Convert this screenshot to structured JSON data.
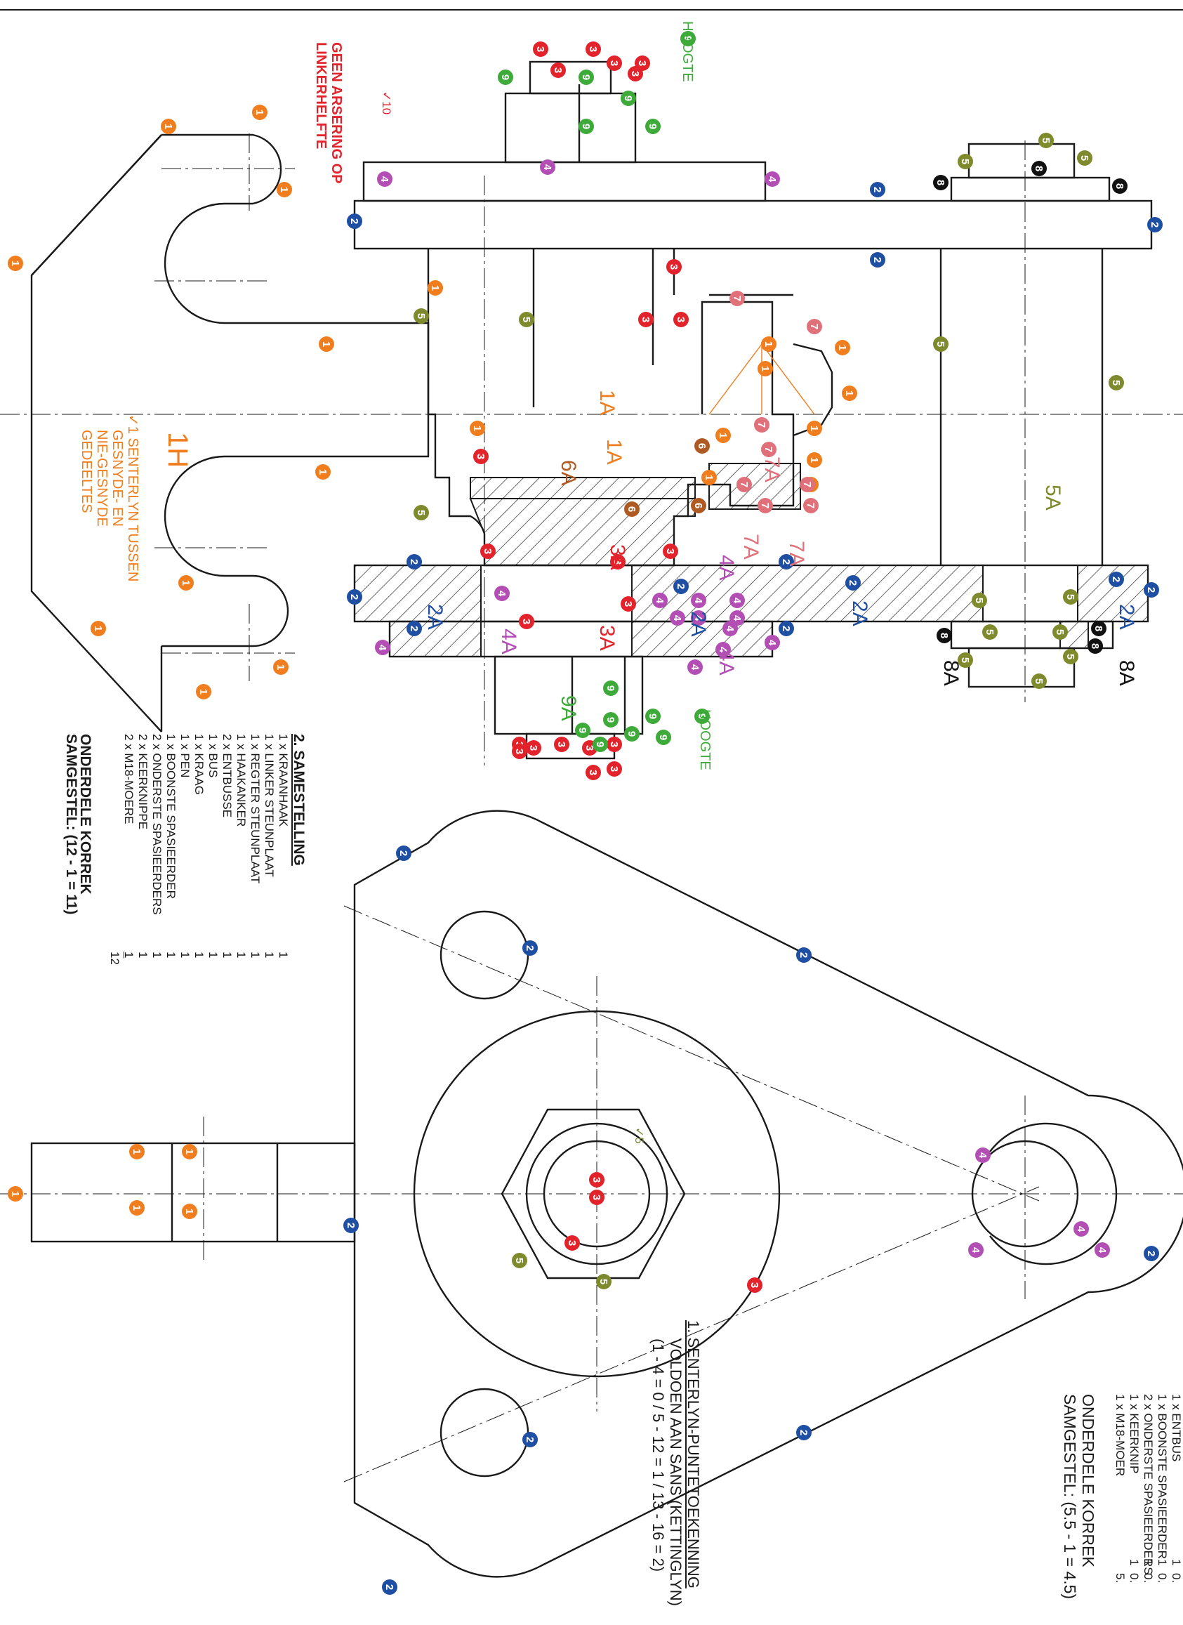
{
  "colors": {
    "line": "#1a1a1a",
    "c1": "#f07d1e",
    "c2": "#1f4fa3",
    "c3": "#e3232b",
    "c4": "#b34fb4",
    "c5": "#7f8a2d",
    "c6": "#b05a23",
    "c7": "#e0707a",
    "c8": "#111111",
    "c9": "#3daa3a",
    "note": "#e3232b"
  },
  "notes": {
    "hoogte_top": "HOOGTE",
    "hoogte_bottom": "HOOGTE",
    "geen_arsering_1": "GEEN ARSERING OP",
    "geen_arsering_2": "LINKERHELFTE",
    "tick10": "✓10",
    "senterlyn_1": "✓1 SENTERLYN TUSSEN",
    "senterlyn_2": "GESNYDE- EN",
    "senterlyn_3": "NIE-GESNYDE",
    "senterlyn_4": "GEDEELTES",
    "tick5": "✓5",
    "section_1H": "1H"
  },
  "section_labels": [
    "1A",
    "1A",
    "2A",
    "2A",
    "2A",
    "2A",
    "3A",
    "3A",
    "4A",
    "4A",
    "4A",
    "5A",
    "6A",
    "7A",
    "7A",
    "7A",
    "8A",
    "8A",
    "9A"
  ],
  "assembly": {
    "title": "2. SAMESTELLING",
    "items": [
      {
        "label": "1 x KRAANHAAK",
        "mark": "1"
      },
      {
        "label": "1 x LINKER STEUNPLAAT",
        "mark": "1"
      },
      {
        "label": "1 x REGTER STEUNPLAAT",
        "mark": "1"
      },
      {
        "label": "1 x HAAKANKER",
        "mark": "1"
      },
      {
        "label": "2 x ENTBUSSE",
        "mark": "1"
      },
      {
        "label": "1 x BUS",
        "mark": "1"
      },
      {
        "label": "1 x KRAAG",
        "mark": "1"
      },
      {
        "label": "1 x PEN",
        "mark": "1"
      },
      {
        "label": "1 x BOONSTE SPASIEERDER",
        "mark": "1"
      },
      {
        "label": "2 x ONDERSTE SPASIEERDERS",
        "mark": "1"
      },
      {
        "label": "2 x KEERKNIPPE",
        "mark": "1"
      },
      {
        "label": "2 x M18-MOERE",
        "mark": "1"
      }
    ],
    "total": "12",
    "footer_1": "ONDERDELE KORREK",
    "footer_2": "SAMGESTEL: (12 - 1 = 11)"
  },
  "parts_list": {
    "items": [
      {
        "label": "1 x ENTBUS",
        "qty": "1",
        "score": "0."
      },
      {
        "label": "1 x BOONSTE SPASIEERDER",
        "qty": "1",
        "score": "0."
      },
      {
        "label": "2 x ONDERSTE SPASIEERDERS",
        "qty": "1",
        "score": "0."
      },
      {
        "label": "1 x KEERKNIP",
        "qty": "1",
        "score": "0."
      },
      {
        "label": "1 x M18-MOER",
        "qty": "",
        "score": "5."
      }
    ],
    "footer_1": "ONDERDELE KORREK",
    "footer_2": "SAMGESTEL: (5.5 - 1 = 4.5)"
  },
  "scoring": {
    "title": "1. SENTERLYN-PUNTETOEKENNING",
    "line2": "VOLDOEN AAN SANS (KETTINGLYN)",
    "line3": "(1 - 4 = 0  /  5 - 12 = 1  /  13 - 16 = 2)"
  }
}
